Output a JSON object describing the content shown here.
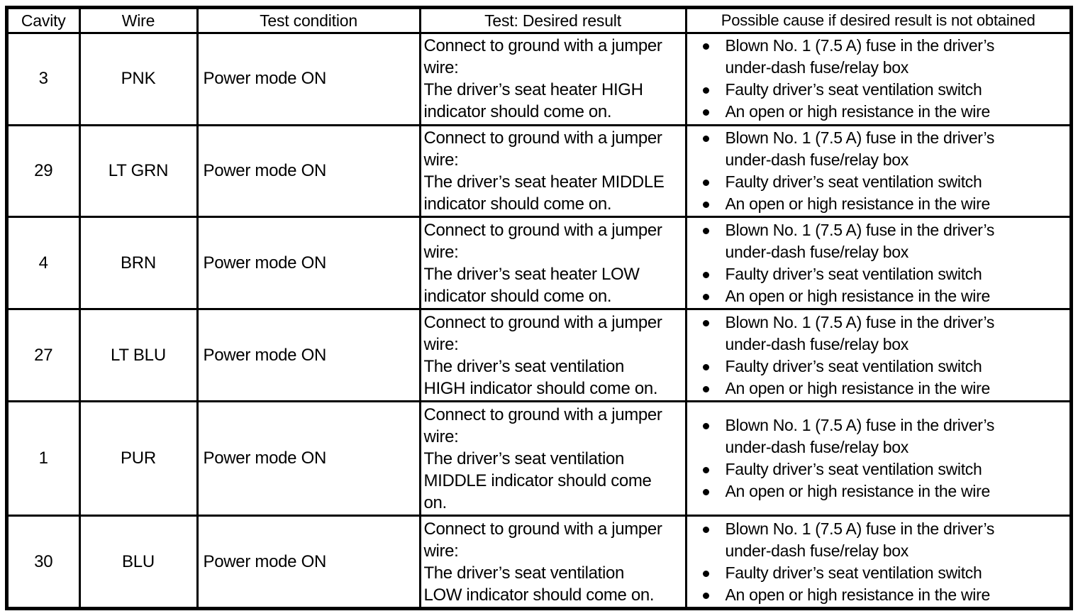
{
  "table": {
    "columns": [
      {
        "key": "cavity",
        "label": "Cavity"
      },
      {
        "key": "wire",
        "label": "Wire"
      },
      {
        "key": "condition",
        "label": "Test condition"
      },
      {
        "key": "test_result",
        "label": "Test: Desired result"
      },
      {
        "key": "possible_cause",
        "label": "Possible cause if desired result is not obtained"
      }
    ],
    "rows": [
      {
        "cavity": "3",
        "wire": "PNK",
        "condition": "Power mode ON",
        "test_result_lines": [
          "Connect to ground with a jumper",
          "wire:",
          "The driver’s seat heater HIGH",
          "indicator should come on."
        ],
        "causes": [
          {
            "line1": "Blown No. 1 (7.5 A) fuse in the driver’s",
            "line2": "under-dash fuse/relay box"
          },
          {
            "line1": "Faulty driver’s seat ventilation switch",
            "line2": ""
          },
          {
            "line1": "An open or high resistance in the wire",
            "line2": ""
          }
        ]
      },
      {
        "cavity": "29",
        "wire": "LT GRN",
        "condition": "Power mode ON",
        "test_result_lines": [
          "Connect to ground with a jumper",
          "wire:",
          "The driver’s seat heater MIDDLE",
          "indicator should come on."
        ],
        "causes": [
          {
            "line1": "Blown No. 1 (7.5 A) fuse in the driver’s",
            "line2": "under-dash fuse/relay box"
          },
          {
            "line1": "Faulty driver’s seat ventilation switch",
            "line2": ""
          },
          {
            "line1": "An open or high resistance in the wire",
            "line2": ""
          }
        ]
      },
      {
        "cavity": "4",
        "wire": "BRN",
        "condition": "Power mode ON",
        "test_result_lines": [
          "Connect to ground with a jumper",
          "wire:",
          "The driver’s seat heater LOW",
          "indicator should come on."
        ],
        "causes": [
          {
            "line1": "Blown No. 1 (7.5 A) fuse in the driver’s",
            "line2": "under-dash fuse/relay box"
          },
          {
            "line1": "Faulty driver’s seat ventilation switch",
            "line2": ""
          },
          {
            "line1": "An open or high resistance in the wire",
            "line2": ""
          }
        ]
      },
      {
        "cavity": "27",
        "wire": "LT BLU",
        "condition": "Power mode ON",
        "test_result_lines": [
          "Connect to ground with a jumper",
          "wire:",
          "The driver’s seat ventilation",
          "HIGH indicator should come on."
        ],
        "causes": [
          {
            "line1": "Blown No. 1 (7.5 A) fuse in the driver’s",
            "line2": "under-dash fuse/relay box"
          },
          {
            "line1": "Faulty driver’s seat ventilation switch",
            "line2": ""
          },
          {
            "line1": "An open or high resistance in the wire",
            "line2": ""
          }
        ]
      },
      {
        "cavity": "1",
        "wire": "PUR",
        "condition": "Power mode ON",
        "test_result_lines": [
          "Connect to ground with a jumper",
          "wire:",
          "The driver’s seat ventilation",
          "MIDDLE indicator should come",
          "on."
        ],
        "causes": [
          {
            "line1": "Blown No. 1 (7.5 A) fuse in the driver’s",
            "line2": "under-dash fuse/relay box"
          },
          {
            "line1": "Faulty driver’s seat ventilation switch",
            "line2": ""
          },
          {
            "line1": "An open or high resistance in the wire",
            "line2": ""
          }
        ]
      },
      {
        "cavity": "30",
        "wire": "BLU",
        "condition": "Power mode ON",
        "test_result_lines": [
          "Connect to ground with a jumper",
          "wire:",
          "The driver’s seat ventilation",
          "LOW indicator should come on."
        ],
        "causes": [
          {
            "line1": "Blown No. 1 (7.5 A) fuse in the driver’s",
            "line2": "under-dash fuse/relay box"
          },
          {
            "line1": "Faulty driver’s seat ventilation switch",
            "line2": ""
          },
          {
            "line1": "An open or high resistance in the wire",
            "line2": ""
          }
        ]
      }
    ]
  },
  "style": {
    "text_color": "#000000",
    "background_color": "#ffffff",
    "border_color": "#000000"
  }
}
